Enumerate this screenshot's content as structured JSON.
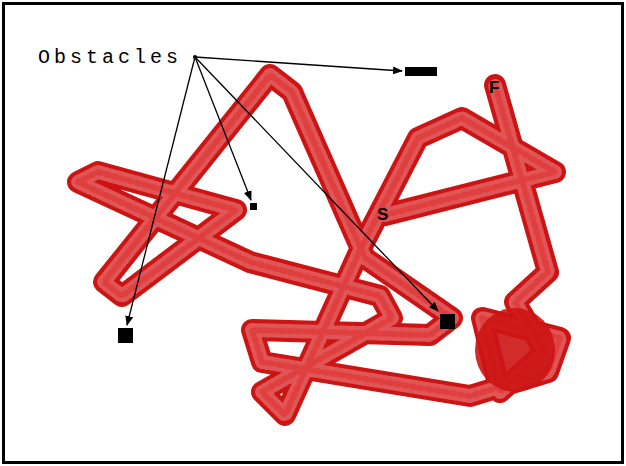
{
  "diagram": {
    "labels": [
      "Obstacles",
      "S",
      "F"
    ]
  }
}
